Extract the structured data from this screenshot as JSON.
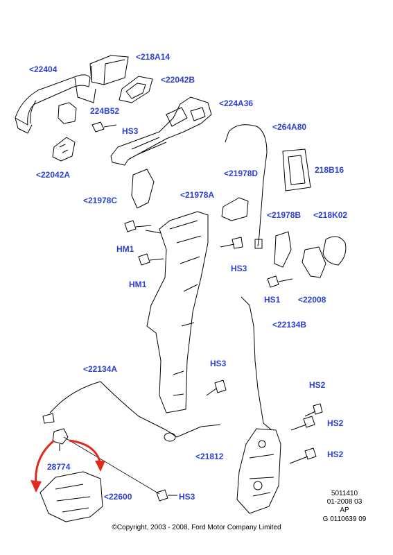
{
  "labels": {
    "l22404": "<22404",
    "l218A14": "<218A14",
    "l22042B": "<22042B",
    "l224A36": "<224A36",
    "l224B52": "224B52",
    "lHS3a": "HS3",
    "l264A80": "<264A80",
    "l22042A": "<22042A",
    "l21978D": "<21978D",
    "l218B16": "218B16",
    "l21978C": "<21978C",
    "l21978A": "<21978A",
    "l21978B": "<21978B",
    "l218K02": "<218K02",
    "lHM1a": "HM1",
    "lHS3b": "HS3",
    "lHM1b": "HM1",
    "lHS1": "HS1",
    "l22008": "<22008",
    "l22134B": "<22134B",
    "l22134A": "<22134A",
    "lHS3c": "HS3",
    "lHS2a": "HS2",
    "lHS2b": "HS2",
    "lHS2c": "HS2",
    "l21812": "<21812",
    "l28774": "28774",
    "l22600": "<22600",
    "lHS3d": "HS3"
  },
  "meta": {
    "line1": "5011410",
    "line2": "01-2008 03",
    "line3": "AP",
    "line4": "G 0110639 09"
  },
  "copyright": "©Copyright, 2003 - 2008, Ford Motor Company Limited",
  "colors": {
    "label": "#2b3fd8",
    "arrow": "#e02a1e",
    "line": "#000000"
  }
}
